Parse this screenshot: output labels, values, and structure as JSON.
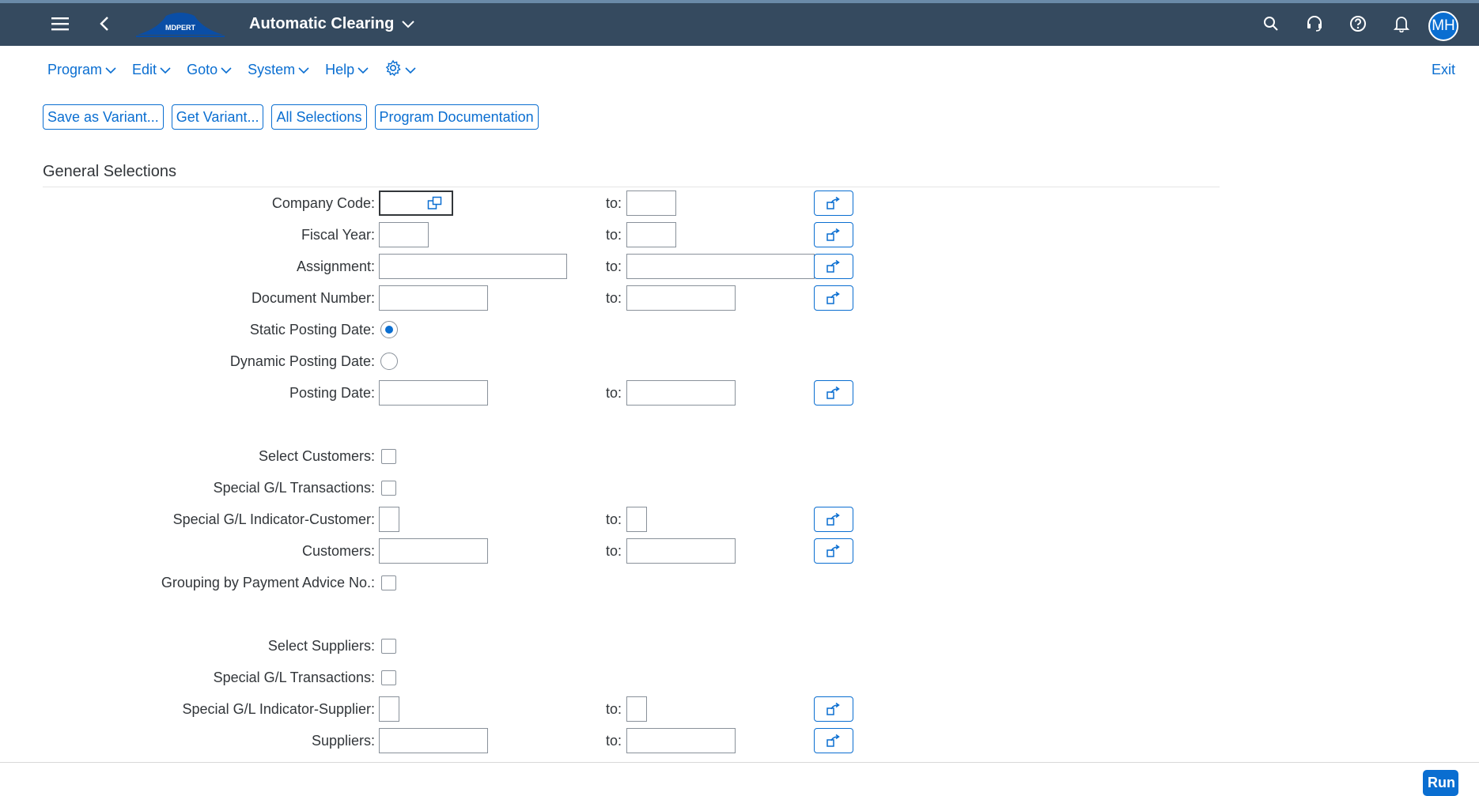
{
  "shell": {
    "title": "Automatic Clearing",
    "logo_text": "MDPERT",
    "avatar_initials": "MH",
    "icons": [
      "hamburger-menu-icon",
      "back-icon",
      "search-icon",
      "headset-icon",
      "help-icon",
      "bell-icon"
    ]
  },
  "menu": [
    {
      "label": "Program"
    },
    {
      "label": "Edit"
    },
    {
      "label": "Goto"
    },
    {
      "label": "System"
    },
    {
      "label": "Help"
    }
  ],
  "exit_label": "Exit",
  "toolbar": {
    "save_variant": "Save as Variant...",
    "get_variant": "Get Variant...",
    "all_selections": "All Selections",
    "program_documentation": "Program Documentation"
  },
  "section_title": "General Selections",
  "to_label": "to:",
  "fields": {
    "company_code": {
      "label": "Company Code:",
      "from": "",
      "to": ""
    },
    "fiscal_year": {
      "label": "Fiscal Year:",
      "from": "",
      "to": ""
    },
    "assignment": {
      "label": "Assignment:",
      "from": "",
      "to": ""
    },
    "document_number": {
      "label": "Document Number:",
      "from": "",
      "to": ""
    },
    "static_posting_date": {
      "label": "Static Posting Date:",
      "selected": true
    },
    "dynamic_posting_date": {
      "label": "Dynamic Posting Date:",
      "selected": false
    },
    "posting_date": {
      "label": "Posting Date:",
      "from": "",
      "to": ""
    },
    "select_customers": {
      "label": "Select Customers:",
      "checked": false
    },
    "special_gl_transactions_customer": {
      "label": "Special G/L Transactions:",
      "checked": false
    },
    "special_gl_indicator_customer": {
      "label": "Special G/L Indicator-Customer:",
      "from": "",
      "to": ""
    },
    "customers": {
      "label": "Customers:",
      "from": "",
      "to": ""
    },
    "grouping_payment_advice": {
      "label": "Grouping by Payment Advice No.:",
      "checked": false
    },
    "select_suppliers": {
      "label": "Select Suppliers:",
      "checked": false
    },
    "special_gl_transactions_supplier": {
      "label": "Special G/L Transactions:",
      "checked": false
    },
    "special_gl_indicator_supplier": {
      "label": "Special G/L Indicator-Supplier:",
      "from": "",
      "to": ""
    },
    "suppliers": {
      "label": "Suppliers:",
      "from": "",
      "to": ""
    }
  },
  "run_label": "Run",
  "colors": {
    "shell": "#354a5f",
    "accent": "#0a6ed1",
    "text": "#32363a",
    "border": "#89919a"
  }
}
